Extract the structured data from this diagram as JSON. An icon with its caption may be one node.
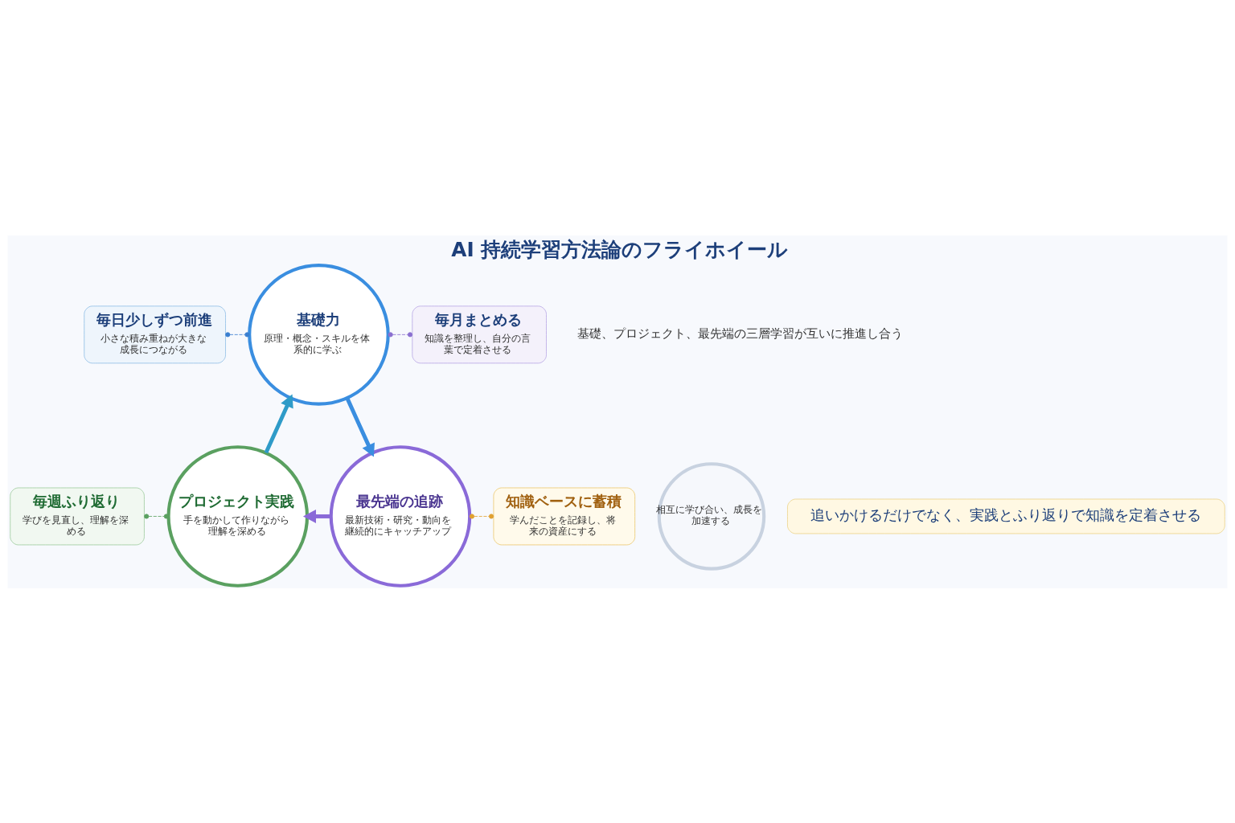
{
  "diagram": {
    "title": "AI 持続学習方法論のフライホイール",
    "nodes": [
      {
        "text": [
          "基礎力",
          "原理・概念・スキルを体系的に学ぶ"
        ]
      },
      {
        "text": [
          "プロジェクト実践",
          "手を動かして作りながら理解を深める"
        ]
      },
      {
        "text": [
          "最先端の追跡",
          "最新技術・研究・動向を継続的にキャッチアップ"
        ]
      },
      {
        "text": [
          "相互に学び合い、成長を加速する"
        ]
      },
      {
        "text": [
          "毎日少しずつ前進",
          "小さな積み重ねが大きな成長につながる"
        ]
      },
      {
        "text": [
          "毎月まとめる",
          "知識を整理し、自分の言葉で定着させる"
        ]
      },
      {
        "text": [
          "毎週ふり返り",
          "学びを見直し、理解を深める"
        ]
      },
      {
        "text": [
          "知識ベースに蓄積",
          "学んだことを記録し、将来の資産にする"
        ]
      }
    ],
    "edges": [
      {
        "from": 0,
        "to": 2,
        "arrow": "to",
        "style": "thick",
        "color": "#3a8ee0"
      },
      {
        "from": 2,
        "to": 1,
        "arrow": "to",
        "style": "thick",
        "color": "#8a6ad8"
      },
      {
        "from": 1,
        "to": 0,
        "arrow": "to",
        "style": "thick",
        "color": "#2f9bc8"
      },
      {
        "from": 4,
        "to": 0,
        "arrow": "other",
        "style": "dashed",
        "color": "#3a7fd0"
      },
      {
        "from": 5,
        "to": 0,
        "arrow": "other",
        "style": "dashed",
        "color": "#8a70d0"
      },
      {
        "from": 6,
        "to": 1,
        "arrow": "other",
        "style": "dashed",
        "color": "#5aa060"
      },
      {
        "from": 7,
        "to": 2,
        "arrow": "other",
        "style": "dashed",
        "color": "#e0a030"
      }
    ],
    "labels": [
      "基礎、プロジェクト、最先端の三層学習が互いに推進し合う",
      "追いかけるだけでなく、実践とふり返りで知識を定着させる"
    ]
  }
}
